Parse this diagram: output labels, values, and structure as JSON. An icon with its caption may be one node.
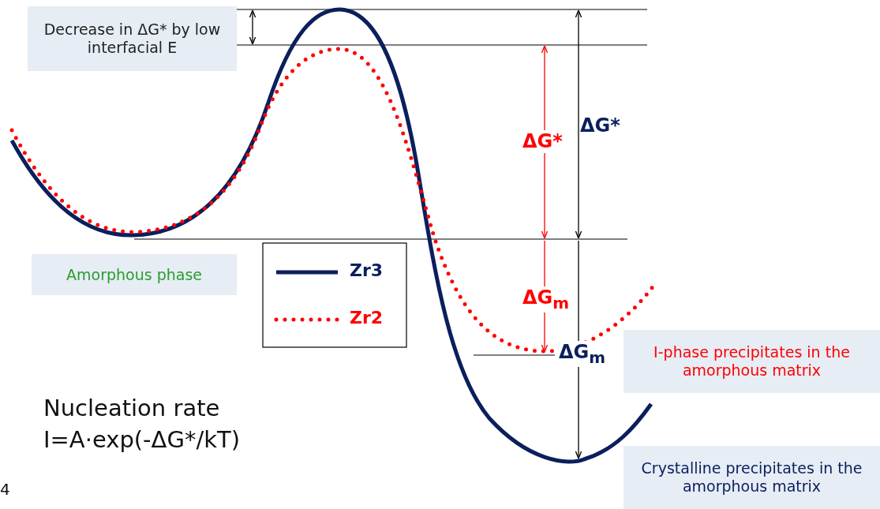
{
  "diagram": {
    "labels": [
      "Decrease in ΔG* by low interfacial E",
      "ΔG*",
      "ΔG*",
      "Amorphous phase",
      "ΔG$_{m}$",
      "ΔG$_{m}$",
      "I-phase precipitates in the amorphous matrix",
      "Nucleation rate",
      "I=A·exp(-ΔG*/kT)",
      "Crystalline precipitates in the amorphous matrix",
      "4"
    ],
    "legend": [
      {
        "text": "Zr3"
      },
      {
        "text": "Zr2"
      }
    ]
  }
}
